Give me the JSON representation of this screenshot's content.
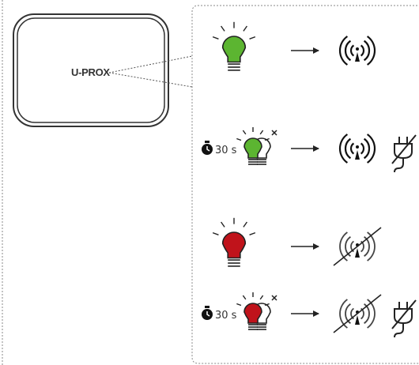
{
  "device": {
    "brand_label": "U-PROX"
  },
  "legend_rows": [
    {
      "id": "green-steady",
      "lamp_color": "#5cb531",
      "lamp_state": "on",
      "timer_text": "",
      "wireless_icon": "wireless-signal-icon",
      "wireless_crossed": false,
      "power_icon": ""
    },
    {
      "id": "green-blink-30s",
      "lamp_color": "#5cb531",
      "lamp_state": "blinking",
      "timer_text": "30 s",
      "wireless_icon": "wireless-signal-icon",
      "wireless_crossed": false,
      "power_icon": "power-plug-crossed-icon"
    },
    {
      "id": "red-steady",
      "lamp_color": "#c0131b",
      "lamp_state": "on",
      "timer_text": "",
      "wireless_icon": "wireless-signal-crossed-icon",
      "wireless_crossed": true,
      "power_icon": ""
    },
    {
      "id": "red-blink-30s",
      "lamp_color": "#c0131b",
      "lamp_state": "blinking",
      "timer_text": "30 s",
      "wireless_icon": "wireless-signal-crossed-icon",
      "wireless_crossed": true,
      "power_icon": "power-plug-crossed-icon"
    }
  ],
  "colors": {
    "outline": "#333333",
    "dashed_border": "#888888",
    "green": "#5cb531",
    "red": "#c0131b"
  }
}
